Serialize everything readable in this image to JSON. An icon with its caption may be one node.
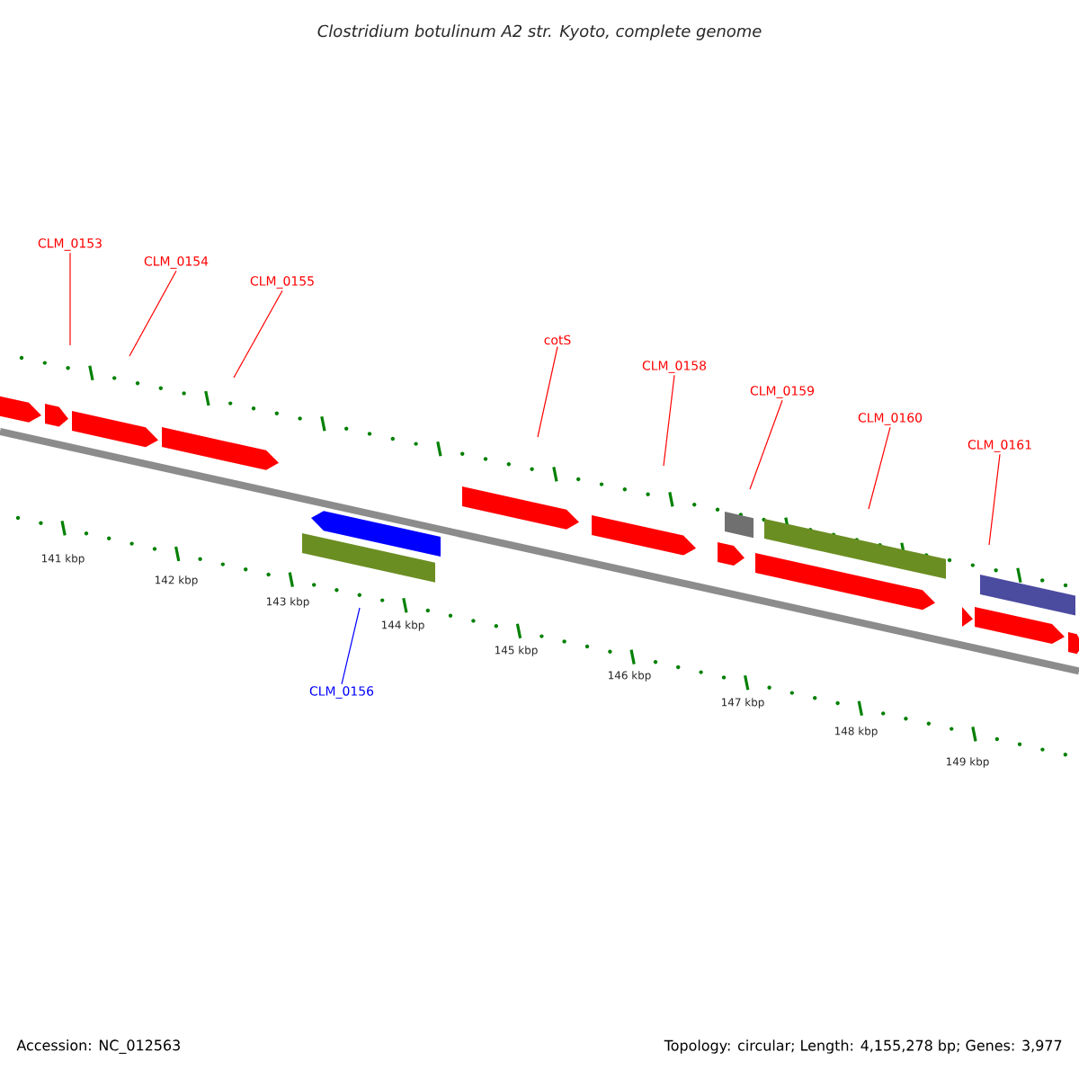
{
  "diagram": {
    "title": "Clostridium botulinum A2 str. Kyoto, complete genome",
    "nodes": [
      {
        "text": [
          "CLM_0153"
        ]
      },
      {
        "text": [
          "CLM_0154"
        ]
      },
      {
        "text": [
          "CLM_0155"
        ]
      },
      {
        "text": [
          "cotS"
        ]
      },
      {
        "text": [
          "CLM_0158"
        ]
      },
      {
        "text": [
          "CLM_0159"
        ]
      },
      {
        "text": [
          "CLM_0160"
        ]
      },
      {
        "text": [
          "CLM_0161"
        ]
      },
      {
        "text": [
          "CLM_0156"
        ]
      }
    ],
    "edges": [
      {
        "from": 0,
        "to": null,
        "arrow": "none"
      },
      {
        "from": 1,
        "to": null,
        "arrow": "none"
      },
      {
        "from": 2,
        "to": null,
        "arrow": "none"
      },
      {
        "from": 3,
        "to": null,
        "arrow": "none"
      },
      {
        "from": 4,
        "to": null,
        "arrow": "none"
      },
      {
        "from": 5,
        "to": null,
        "arrow": "none"
      },
      {
        "from": 6,
        "to": null,
        "arrow": "none"
      },
      {
        "from": 7,
        "to": null,
        "arrow": "none"
      },
      {
        "from": 8,
        "to": null,
        "arrow": "none",
        "color": "#0000ff"
      }
    ],
    "labels": [
      "141 kbp",
      "142 kbp",
      "143 kbp",
      "144 kbp",
      "145 kbp",
      "146 kbp",
      "147 kbp",
      "148 kbp",
      "149 kbp",
      "Accession: NC_012563",
      "Topology: circular; Length: 4,155,278 bp; Genes: 3,977"
    ]
  }
}
